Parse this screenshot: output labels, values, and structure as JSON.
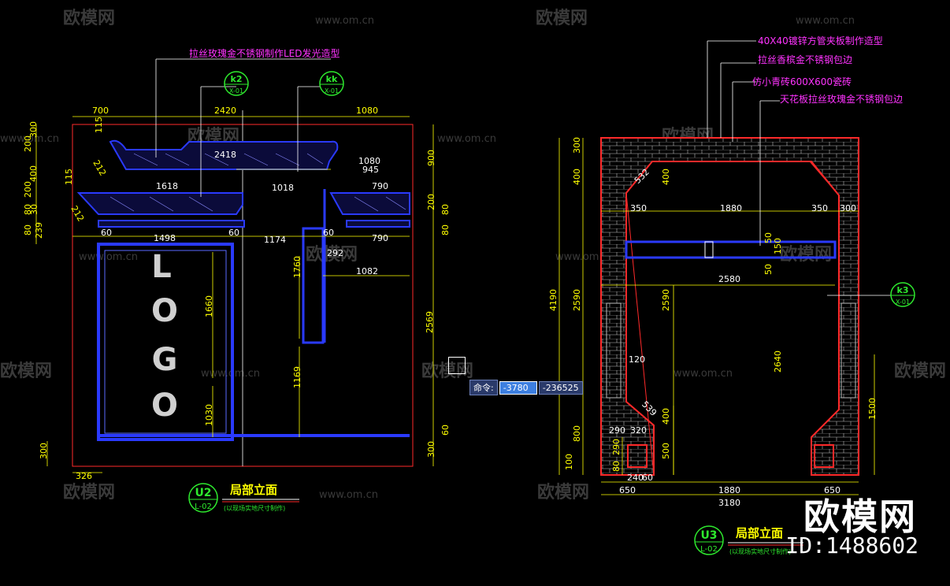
{
  "watermark": {
    "brand": "欧模网",
    "site": "www.om.cn",
    "big": "欧模网",
    "id": "ID:1488602"
  },
  "left": {
    "top_note": "拉丝玫瑰金不锈钢制作LED发光造型",
    "tag_k2": {
      "top": "k2",
      "bottom": "X-01"
    },
    "tag_kk": {
      "top": "kk",
      "bottom": "X-01"
    },
    "logo_letters": [
      "L",
      "O",
      "G",
      "O"
    ],
    "dims_top": [
      "700",
      "2420",
      "1080"
    ],
    "dims_inner": [
      "2418",
      "1080",
      "945",
      "1618",
      "1018",
      "790",
      "790",
      "1498",
      "1174",
      "60",
      "60",
      "60",
      "292",
      "1082"
    ],
    "dims_left": [
      "115",
      "300",
      "200",
      "212",
      "400",
      "115",
      "200",
      "212",
      "80",
      "30",
      "80",
      "239"
    ],
    "dims_right": [
      "900",
      "200",
      "80",
      "80",
      "2569",
      "60",
      "300"
    ],
    "dims_vert_inner": [
      "1760",
      "1660",
      "1169",
      "1030"
    ],
    "dims_bottom": [
      "300",
      "326"
    ],
    "title_badge": {
      "top": "U2",
      "bottom": "L-02"
    },
    "title": "局部立面",
    "subtitle": "(以现场实地尺寸制作)"
  },
  "right": {
    "notes": [
      "40X40镀锌方管夹板制作造型",
      "拉丝香槟金不锈钢包边",
      "仿小青砖600X600瓷砖",
      "天花板拉丝玫瑰金不锈钢包边"
    ],
    "tag_k3": {
      "top": "k3",
      "bottom": "X-01"
    },
    "dims_left": [
      "300",
      "400",
      "4190",
      "2590",
      "800",
      "100"
    ],
    "dims_top_row": [
      "350",
      "1880",
      "350",
      "300"
    ],
    "dims_center": [
      "532",
      "400",
      "150",
      "50",
      "50",
      "2580",
      "2590",
      "2640",
      "120",
      "539",
      "400",
      "500",
      "1500"
    ],
    "dims_bottom_small": [
      "290",
      "320",
      "80",
      "290",
      "240",
      "60"
    ],
    "dims_bottom": [
      "650",
      "1880",
      "650",
      "3180"
    ],
    "title_badge": {
      "top": "U3",
      "bottom": "L-02"
    },
    "title": "局部立面",
    "subtitle": "(以现场实地尺寸制作)"
  },
  "command": {
    "label": "命令:",
    "x": "-3780",
    "y": "-236525"
  },
  "colors": {
    "outline": "#ff2a2a",
    "dim": "#ffff00",
    "note": "#ff33ff",
    "hatch": "#2a3aff",
    "brick": "#cfcfcf",
    "green": "#2eea2e",
    "logo": "#d0d0d0"
  }
}
